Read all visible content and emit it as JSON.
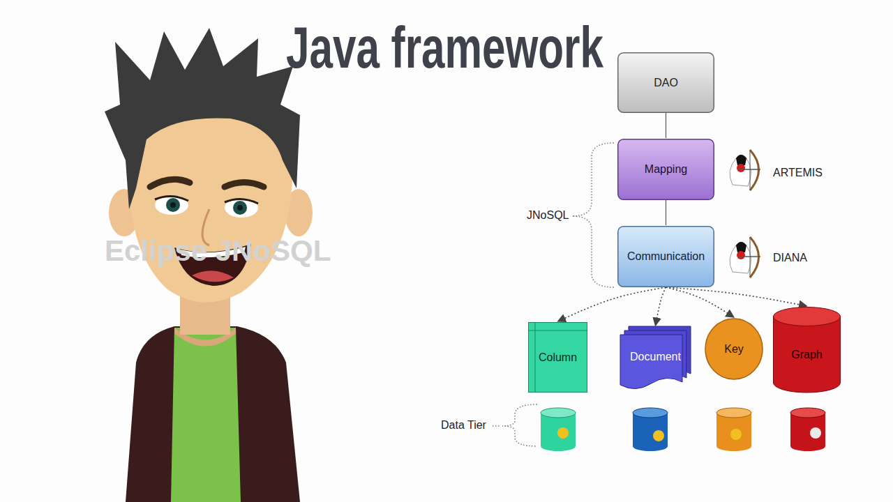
{
  "diagram": {
    "title": "Java framework",
    "nodes": [
      {
        "text": [
          "DAO"
        ]
      },
      {
        "text": [
          "Mapping"
        ]
      },
      {
        "text": [
          "Communication"
        ]
      },
      {
        "text": [
          "Column"
        ]
      },
      {
        "text": [
          "Document"
        ]
      },
      {
        "text": [
          "Key"
        ]
      },
      {
        "text": [
          "Graph"
        ]
      }
    ],
    "edges": [
      {
        "from": 0,
        "to": 1,
        "arrow": "none"
      },
      {
        "from": 1,
        "to": 2,
        "arrow": "none"
      },
      {
        "from": 2,
        "to": 3,
        "arrow": "to"
      },
      {
        "from": 2,
        "to": 4,
        "arrow": "to"
      },
      {
        "from": 2,
        "to": 5,
        "arrow": "to"
      },
      {
        "from": 2,
        "to": 6,
        "arrow": "to"
      }
    ],
    "labels": [
      "JNoSQL",
      "ARTEMIS",
      "DIANA",
      "Data Tier",
      "Eclipse JNoSQL"
    ]
  }
}
